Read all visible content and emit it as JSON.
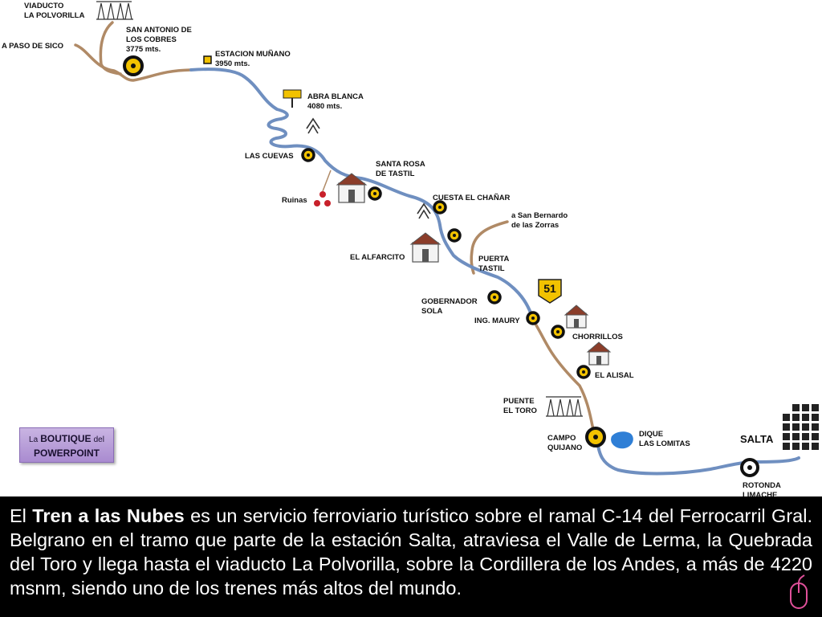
{
  "map": {
    "labels": {
      "viaducto": [
        "VIADUCTO",
        "LA POLVORILLA"
      ],
      "paso_sico": "A PASO DE SICO",
      "san_antonio": [
        "SAN ANTONIO DE",
        "LOS COBRES",
        "3775 mts."
      ],
      "estacion_munano": [
        "ESTACION MUÑANO",
        "3950 mts."
      ],
      "abra_blanca": [
        "ABRA BLANCA",
        "4080 mts."
      ],
      "las_cuevas": "LAS CUEVAS",
      "santa_rosa": [
        "SANTA ROSA",
        "DE TASTIL"
      ],
      "ruinas": "Ruinas",
      "cuesta_chanar": "CUESTA EL CHAÑAR",
      "san_bernardo": [
        "a San Bernardo",
        "de las Zorras"
      ],
      "el_alfarcito": "EL ALFARCITO",
      "puerta_tastil": [
        "PUERTA",
        "TASTIL"
      ],
      "route_sign": "51",
      "gobernador_sola": [
        "GOBERNADOR",
        "SOLA"
      ],
      "ing_maury": "ING. MAURY",
      "chorrillos": "CHORRILLOS",
      "el_alisal": "EL ALISAL",
      "puente_toro": [
        "PUENTE",
        "EL TORO"
      ],
      "campo_quijano": [
        "CAMPO",
        "QUIJANO"
      ],
      "dique_lomitas": [
        "DIQUE",
        "LAS LOMITAS"
      ],
      "salta": "SALTA",
      "rotonda_limache": [
        "ROTONDA",
        "LIMACHE"
      ]
    },
    "colors": {
      "rail": "#6f8fc0",
      "road": "#b08a66",
      "station_fill": "#f2c200",
      "lake": "#2f7fd6",
      "route_sign": "#f2c200"
    }
  },
  "badge": {
    "line1_pre": "La",
    "line1_strong": "BOUTIQUE",
    "line1_post": "del",
    "line2": "POWERPOINT"
  },
  "caption": {
    "p1": "El ",
    "strong": "Tren a las Nubes",
    "p2": " es un servicio ferroviario turístico sobre el ramal C-14 del Ferrocarril Gral. Belgrano  en el tramo que parte de la estación Salta, atraviesa el Valle de Lerma, la Quebrada del Toro y llega hasta el viaducto La Polvorilla, sobre la Cordillera de los Andes, a más de 4220 msnm, siendo uno de los trenes más altos del mundo."
  },
  "icons": {
    "cursor": "mouse-icon"
  }
}
